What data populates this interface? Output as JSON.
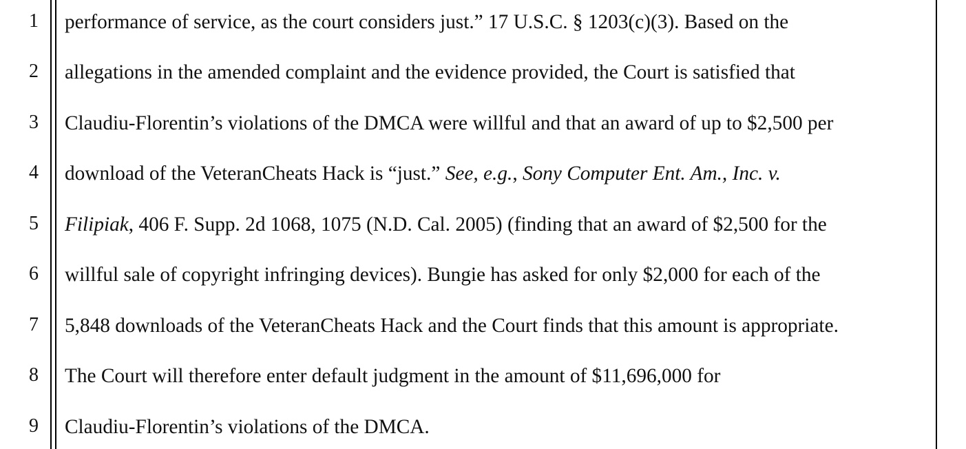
{
  "document": {
    "line_numbers": [
      "1",
      "2",
      "3",
      "4",
      "5",
      "6",
      "7",
      "8",
      "9"
    ],
    "lines": [
      [
        {
          "text": "performance of service, as the court considers just.” 17 U.S.C. § 1203(c)(3). Based on the"
        }
      ],
      [
        {
          "text": "allegations in the amended complaint and the evidence provided, the Court is satisfied that"
        }
      ],
      [
        {
          "text": "Claudiu-Florentin’s violations of the DMCA were willful and that an award of up to $2,500 per"
        }
      ],
      [
        {
          "text": "download of the VeteranCheats Hack is “just.” "
        },
        {
          "text": "See, e.g.",
          "italic": true
        },
        {
          "text": ", "
        },
        {
          "text": "Sony Computer Ent. Am., Inc. v.",
          "italic": true
        }
      ],
      [
        {
          "text": "Filipiak",
          "italic": true
        },
        {
          "text": ", 406 F. Supp. 2d 1068, 1075 (N.D. Cal. 2005) (finding that an award of $2,500 for the"
        }
      ],
      [
        {
          "text": "willful sale of copyright infringing devices). Bungie has asked for only $2,000 for each of the"
        }
      ],
      [
        {
          "text": "5,848 downloads of the VeteranCheats Hack and the Court finds that this amount is appropriate."
        }
      ],
      [
        {
          "text": "The Court will therefore enter default judgment in the amount of $11,696,000 for"
        }
      ],
      [
        {
          "text": "Claudiu-Florentin’s violations of the DMCA."
        }
      ]
    ]
  }
}
